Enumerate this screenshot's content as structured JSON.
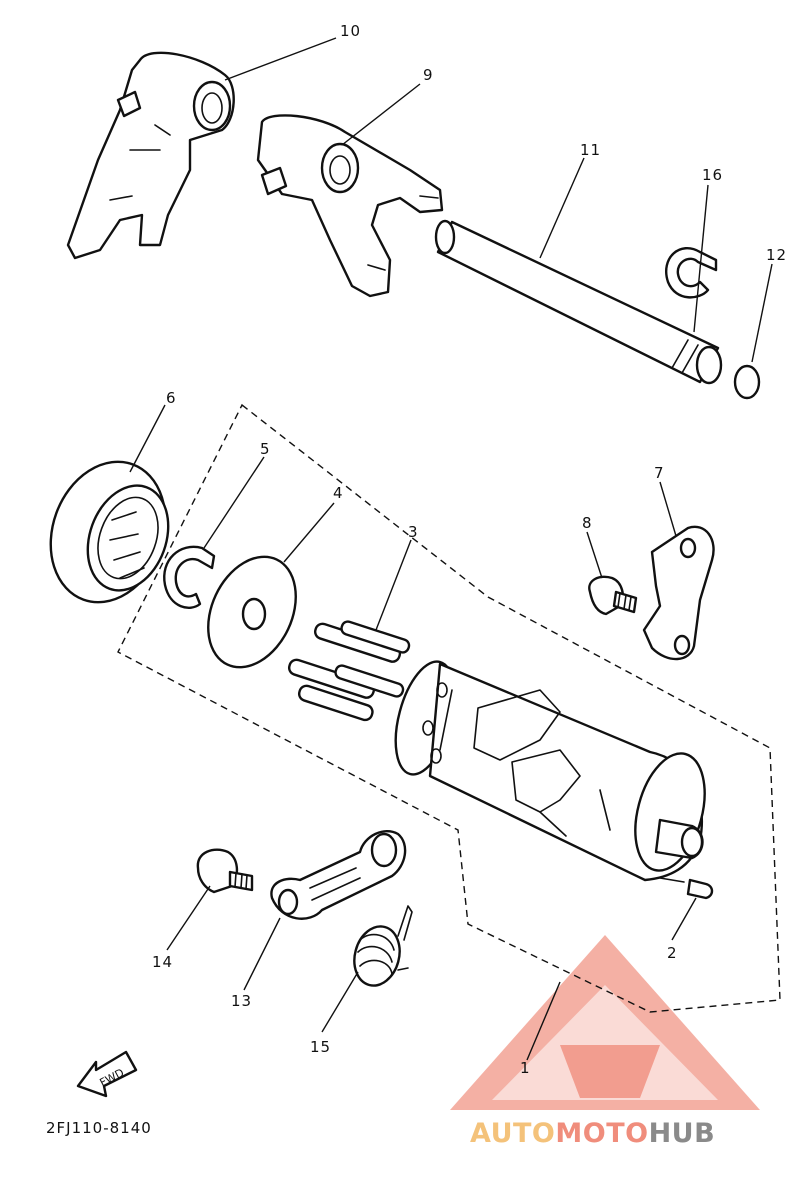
{
  "diagram": {
    "callouts": [
      "10",
      "9",
      "11",
      "16",
      "12",
      "6",
      "5",
      "4",
      "3",
      "7",
      "8",
      "14",
      "2",
      "13",
      "15",
      "1"
    ],
    "direction_badge": "FWD",
    "drawing_code": "2FJ110-8140"
  },
  "watermark": {
    "part1": "AUTO",
    "part2": "MOTO",
    "part3": "HUB",
    "color_primary": "#f08d7c",
    "color_secondary": "#f4c27a",
    "color_dark": "#8a8a8a"
  }
}
